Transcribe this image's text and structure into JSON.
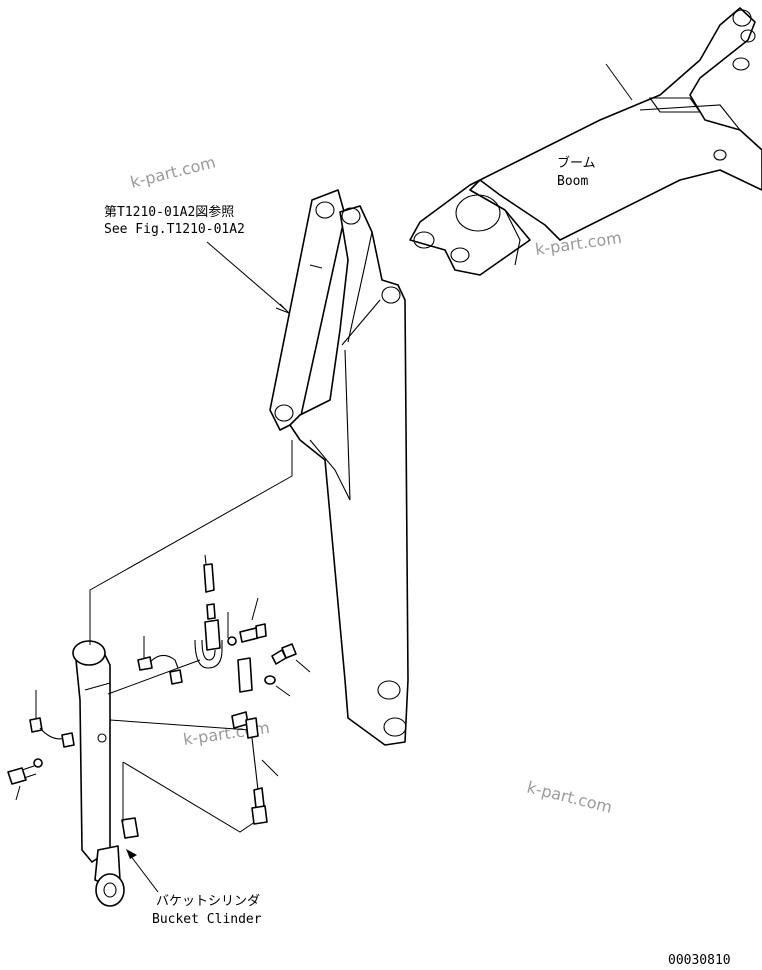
{
  "labels": {
    "boom_jp": "ブーム",
    "boom_en": "Boom",
    "ref_jp": "第T1210-01A2図参照",
    "ref_en": "See Fig.T1210-01A2",
    "cyl_jp": "バケットシリンダ",
    "cyl_en": "Bucket Clinder",
    "drawing_no": "00030810"
  },
  "watermark": "k-part.com"
}
